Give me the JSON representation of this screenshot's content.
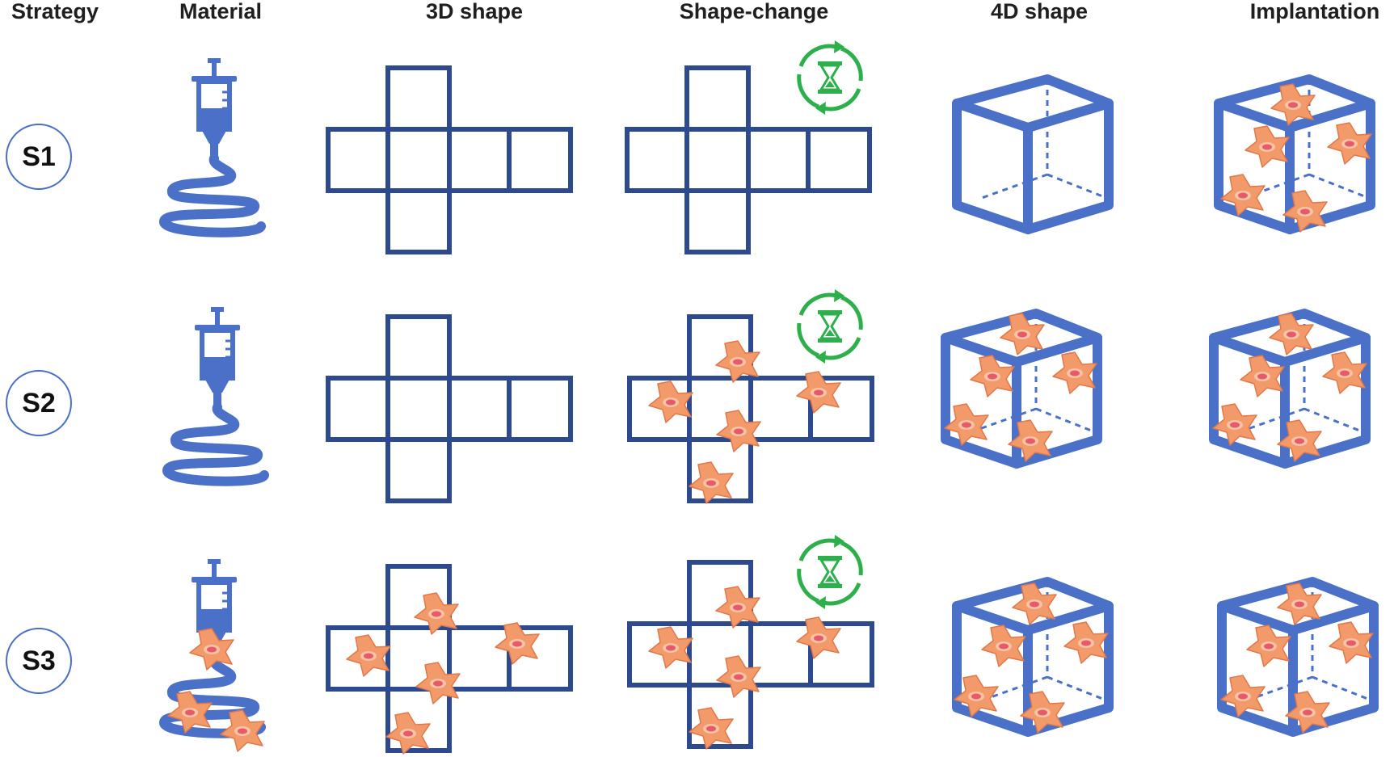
{
  "headers": {
    "strategy": "Strategy",
    "material": "Material",
    "shape3d": "3D shape",
    "shape_change": "Shape-change",
    "shape4d": "4D shape",
    "implantation": "Implantation"
  },
  "rows": [
    {
      "label": "S1",
      "cells_in_material": false,
      "cells_in_3d": false,
      "cells_in_change": false,
      "cells_in_4d": false,
      "cells_in_implant": true
    },
    {
      "label": "S2",
      "cells_in_material": false,
      "cells_in_3d": false,
      "cells_in_change": true,
      "cells_in_4d": true,
      "cells_in_implant": true
    },
    {
      "label": "S3",
      "cells_in_material": true,
      "cells_in_3d": true,
      "cells_in_change": true,
      "cells_in_4d": true,
      "cells_in_implant": true
    }
  ],
  "colors": {
    "material_blue": "#4a70c8",
    "net_blue": "#2d4a8e",
    "cube_blue": "#4a70c8",
    "timer_green": "#2db04b",
    "cell_orange": "#f39a6a",
    "cell_nucleus": "#e85a6a"
  },
  "icons": {
    "material": "syringe-icon",
    "timer": "hourglass-cycle-icon",
    "cell": "cell-icon"
  }
}
